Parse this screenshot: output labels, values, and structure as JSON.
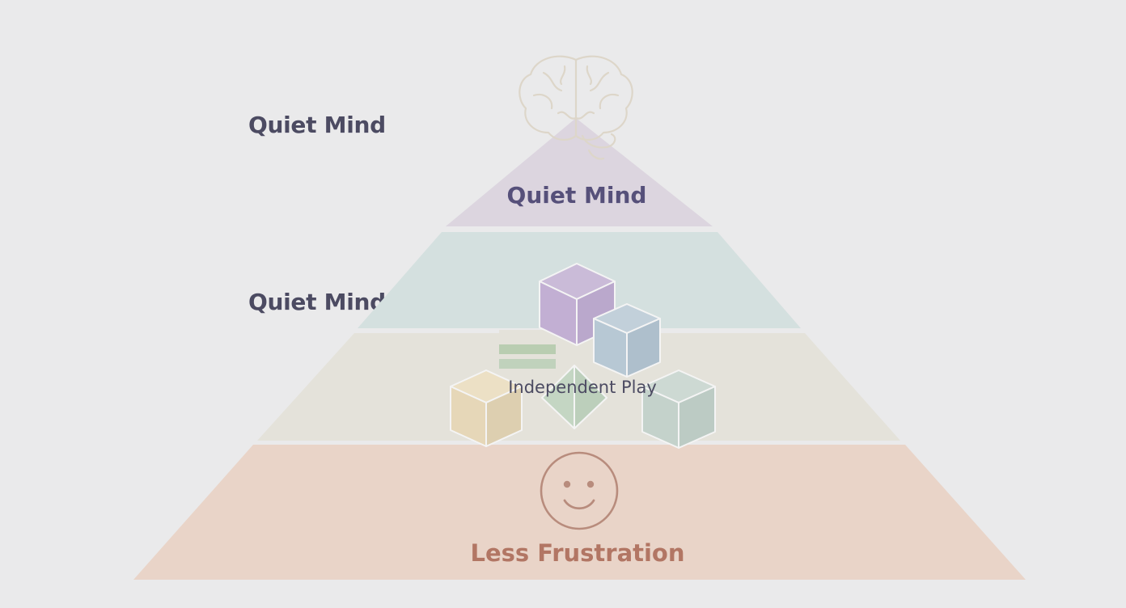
{
  "side_labels": {
    "upper": "Quiet Mind",
    "middle": "Quiet Mind"
  },
  "pyramid": {
    "tiers": [
      {
        "label": "Quiet Mind",
        "fill": "#dcd5df",
        "text_color": "#56507a",
        "icon": "brain-icon"
      },
      {
        "label": "",
        "fill": "#d4e0df",
        "text_color": "#4c4b62",
        "icon": ""
      },
      {
        "label": "Independent Play",
        "fill": "#e4e2da",
        "text_color": "#4c4b62",
        "icon": "blocks-icon"
      },
      {
        "label": "Less Frustration",
        "fill": "#e9d4c8",
        "text_color": "#b27664",
        "icon": "smiley-face-icon"
      }
    ]
  },
  "colors": {
    "background": "#eaeaeb",
    "block_purple": "#c6b3d6",
    "block_blue": "#bacad5",
    "block_yellow": "#e8d9b9",
    "block_green": "#bfd2bf",
    "block_teal": "#c6d3cd"
  }
}
